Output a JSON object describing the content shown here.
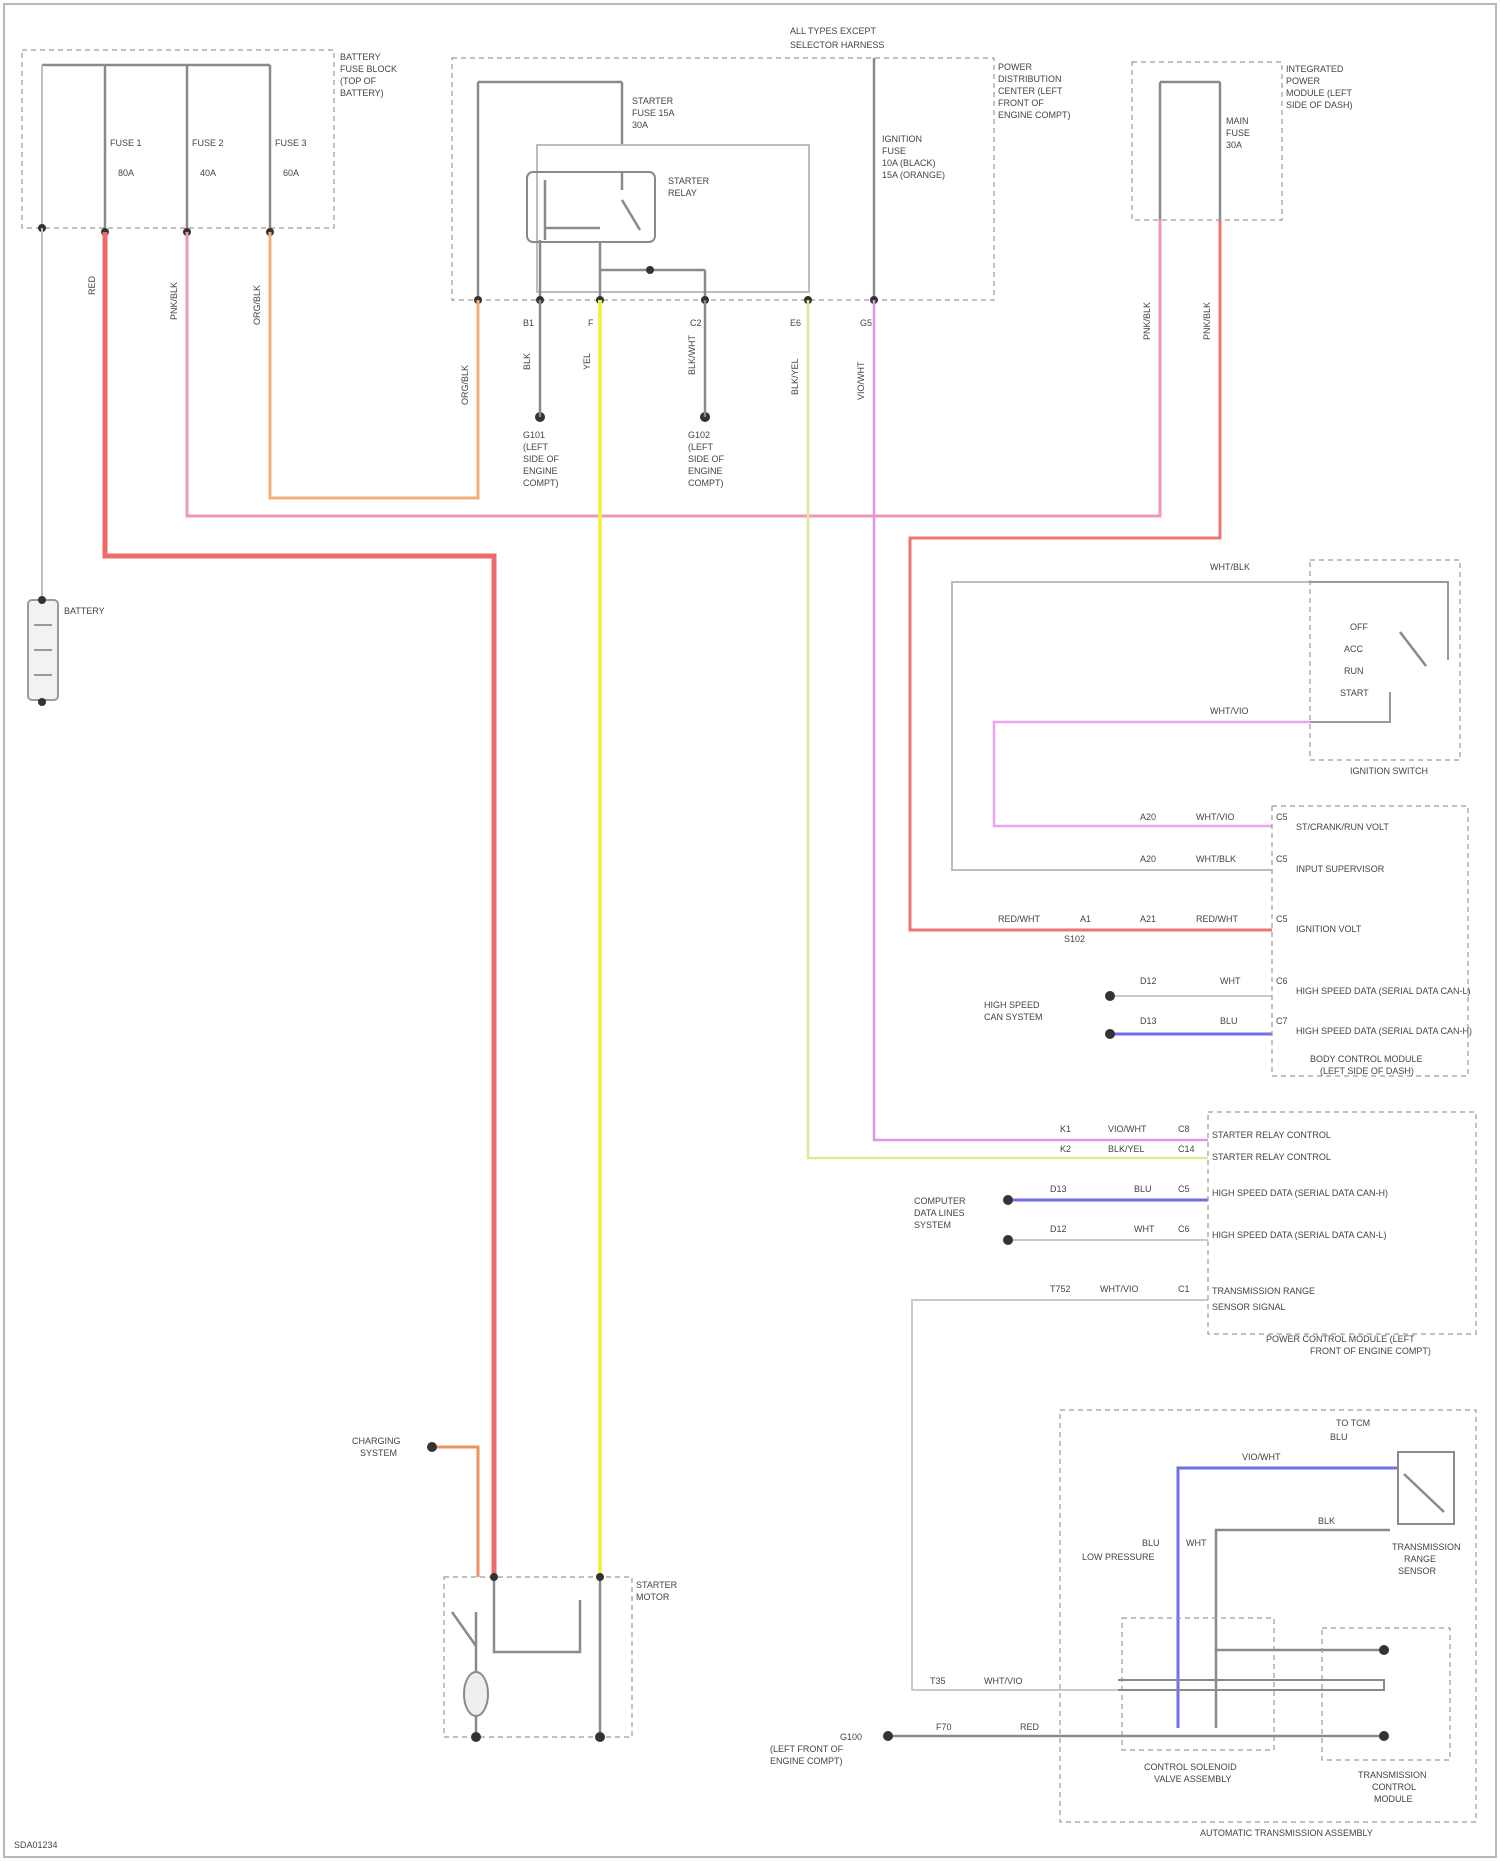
{
  "page": {
    "footer": "SDA01234"
  },
  "boxes": {
    "fuse_block_battery": {
      "lines": [
        "BATTERY",
        "FUSE BLOCK",
        "(TOP OF",
        "BATTERY)"
      ]
    },
    "pdc_title": {
      "lines": [
        "ALL TYPES EXCEPT",
        "SELECTOR HARNESS"
      ]
    },
    "pdc": {
      "lines": [
        "POWER",
        "DISTRIBUTION",
        "CENTER (LEFT",
        "FRONT OF",
        "ENGINE COMPT)"
      ]
    },
    "ipdc": {
      "lines": [
        "INTEGRATED",
        "POWER",
        "MODULE (LEFT",
        "SIDE OF DASH)"
      ]
    },
    "ignition_switch": {
      "label": "IGNITION SWITCH"
    },
    "bcm": {
      "lines": [
        "BODY CONTROL MODULE",
        "(LEFT SIDE OF DASH)"
      ]
    },
    "pcm": {
      "lines": [
        "POWER CONTROL MODULE (LEFT",
        "FRONT OF ENGINE COMPT)"
      ]
    },
    "starter_motor": {
      "lines": [
        "STARTER",
        "MOTOR"
      ]
    },
    "trans": {
      "lines": [
        "AUTOMATIC TRANSMISSION ASSEMBLY"
      ]
    }
  },
  "fuses": [
    {
      "name": "FUSE 1",
      "rating": "80A"
    },
    {
      "name": "FUSE 2",
      "rating": "40A"
    },
    {
      "name": "FUSE 3",
      "rating": "60A"
    }
  ],
  "pdc_parts": {
    "fuse_a": {
      "lines": [
        "STARTER",
        "FUSE 15A",
        "30A"
      ]
    },
    "relay": {
      "lines": [
        "STARTER",
        "RELAY"
      ]
    },
    "fuse_b": {
      "lines": [
        "IGNITION",
        "FUSE",
        "10A (BLACK)",
        "15A (ORANGE)"
      ]
    },
    "fuse_c": {
      "lines": [
        "MAIN",
        "FUSE",
        "30A"
      ]
    },
    "pins": [
      "B1",
      "F",
      "C2",
      "E6",
      "G5"
    ]
  },
  "grounds": [
    {
      "lines": [
        "G101",
        "(LEFT",
        "SIDE OF",
        "ENGINE",
        "COMPT)"
      ]
    },
    {
      "lines": [
        "G102",
        "(LEFT",
        "SIDE OF",
        "ENGINE",
        "COMPT)"
      ]
    }
  ],
  "wire_colors": {
    "red": "RED",
    "pink_a": "PNK/BLK",
    "orange": "ORG/BLK",
    "orange2": "ORG/BLK",
    "blk1": "BLK",
    "yel": "YEL",
    "blk2": "BLK/WHT",
    "black_yel": "BLK/YEL",
    "violet": "VIO/WHT",
    "pink_b": "PNK/BLK",
    "pink_c": "PNK/BLK"
  },
  "ign_switch": {
    "positions": [
      "OFF",
      "ACC",
      "RUN",
      "START"
    ],
    "top_label": "WHT/BLK",
    "bottom_label": "WHT/VIO"
  },
  "bcm_rows": [
    {
      "pin": "C5",
      "circuit": "A20",
      "color": "WHT/VIO",
      "label": "ST/CRANK/RUN VOLT"
    },
    {
      "pin": "C5",
      "circuit": "A20",
      "color": "WHT/BLK",
      "label": "INPUT SUPERVISOR"
    },
    {
      "pin": "C5",
      "circuit": "A21",
      "color": "RED/WHT",
      "label": "IGNITION VOLT"
    },
    {
      "pin": "C6",
      "circuit": "D12",
      "color": "WHT",
      "label": "HIGH SPEED DATA (SERIAL DATA CAN-L)"
    },
    {
      "pin": "C7",
      "circuit": "D13",
      "color": "BLU",
      "label": "HIGH SPEED DATA (SERIAL DATA CAN-H)"
    }
  ],
  "bcm_extra": {
    "left_color": "RED/WHT",
    "circuit": "A1",
    "splice": "S102"
  },
  "can_bus_a": {
    "lines": [
      "HIGH SPEED",
      "CAN SYSTEM"
    ]
  },
  "can_bus_b": {
    "lines": [
      "COMPUTER",
      "DATA LINES",
      "SYSTEM"
    ]
  },
  "pcm_rows": [
    {
      "pin": "C8",
      "circuit": "K1",
      "color": "VIO/WHT",
      "label": "STARTER RELAY CONTROL"
    },
    {
      "pin": "C14",
      "circuit": "K2",
      "color": "BLK/YEL",
      "label": "STARTER RELAY CONTROL"
    },
    {
      "pin": "C5",
      "circuit": "D13",
      "color": "BLU",
      "label": "HIGH SPEED DATA (SERIAL DATA CAN-H)"
    },
    {
      "pin": "C6",
      "circuit": "D12",
      "color": "WHT",
      "label": "HIGH SPEED DATA (SERIAL DATA CAN-L)"
    },
    {
      "pin": "C1",
      "circuit": "T752",
      "color": "WHT/VIO",
      "label": "TRANSMISSION RANGE",
      "label2": "SENSOR SIGNAL"
    }
  ],
  "charging": {
    "lines": [
      "CHARGING",
      "SYSTEM"
    ]
  },
  "trans_parts": {
    "top_label": "TO TCM",
    "sw_label": "LOW PRESSURE",
    "blu_label": "BLU",
    "wht_label": "WHT",
    "blk_label": "BLK",
    "vio": "VIO/WHT",
    "sensor": {
      "lines": [
        "TRANSMISSION",
        "RANGE",
        "SENSOR"
      ]
    },
    "solenoid": {
      "lines": [
        "CONTROL SOLENOID",
        "VALVE ASSEMBLY"
      ]
    },
    "tcm": {
      "lines": [
        "TRANSMISSION",
        "CONTROL",
        "MODULE"
      ]
    },
    "row1": {
      "circuit": "T35",
      "color": "WHT/VIO"
    },
    "row2": {
      "circuit": "F70",
      "color": "RED"
    },
    "row2_left": {
      "lines": [
        "G100",
        "(LEFT FRONT OF",
        "ENGINE COMPT)"
      ]
    }
  },
  "battery": {
    "label": "BATTERY"
  }
}
